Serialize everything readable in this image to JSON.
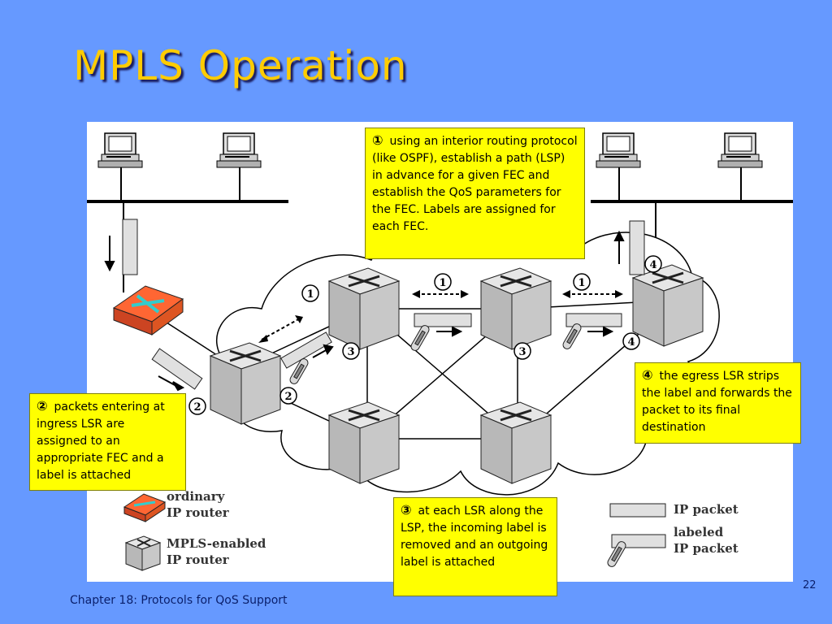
{
  "slide": {
    "title": "MPLS Operation",
    "footer": "Chapter 18:  Protocols for QoS Support",
    "page_number": "22"
  },
  "callouts": {
    "c1": {
      "num": "①",
      "text": "using an interior routing protocol (like OSPF), establish a path (LSP) in advance for a given FEC and establish the QoS parameters for the FEC. Labels are assigned for each FEC."
    },
    "c2": {
      "num": "②",
      "text": "packets entering at ingress LSR are assigned to an appropriate FEC and a label is attached"
    },
    "c3": {
      "num": "③",
      "text": "at each LSR along the LSP, the incoming label is removed and an outgoing label is attached"
    },
    "c4": {
      "num": "④",
      "text": "the egress LSR strips the label and forwards the packet to its final destination"
    }
  },
  "diagram": {
    "step_marks": {
      "one": "1",
      "two": "2",
      "three": "3",
      "four": "4"
    },
    "legend": {
      "ordinary_line1": "ordinary",
      "ordinary_line2": "IP router",
      "mpls_line1": "MPLS-enabled",
      "mpls_line2": "IP router",
      "ip_packet": "IP packet",
      "labeled_line1": "labeled",
      "labeled_line2": "IP packet"
    }
  },
  "colors": {
    "background": "#6699ff",
    "title": "#ffcc00",
    "callout": "#ffff00",
    "router_orange": "#ff6633",
    "lsr_gray": "#c8c8c8"
  }
}
